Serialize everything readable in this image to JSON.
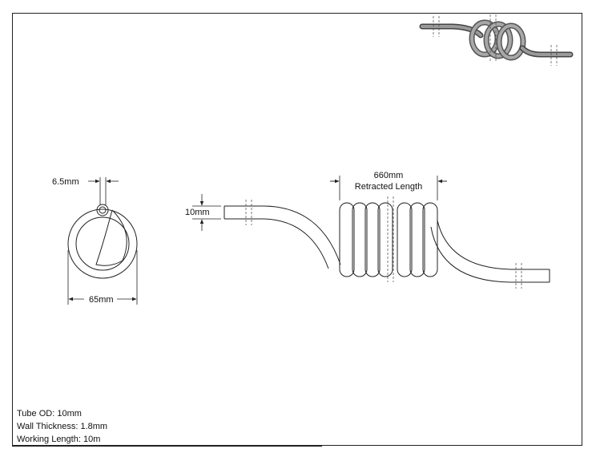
{
  "dimensions": {
    "wall_label": "6.5mm",
    "outer_diameter_label": "65mm",
    "tube_label": "10mm",
    "length_value_label": "660mm",
    "length_desc_label": "Retracted Length"
  },
  "specs": {
    "tube_od": "Tube OD: 10mm",
    "wall_thickness": "Wall Thickness: 1.8mm",
    "working_length": "Working Length: 10m"
  },
  "colors": {
    "line": "#222222",
    "tube_shade": "#9a9a9a",
    "tube_dark": "#6e6e6e"
  }
}
